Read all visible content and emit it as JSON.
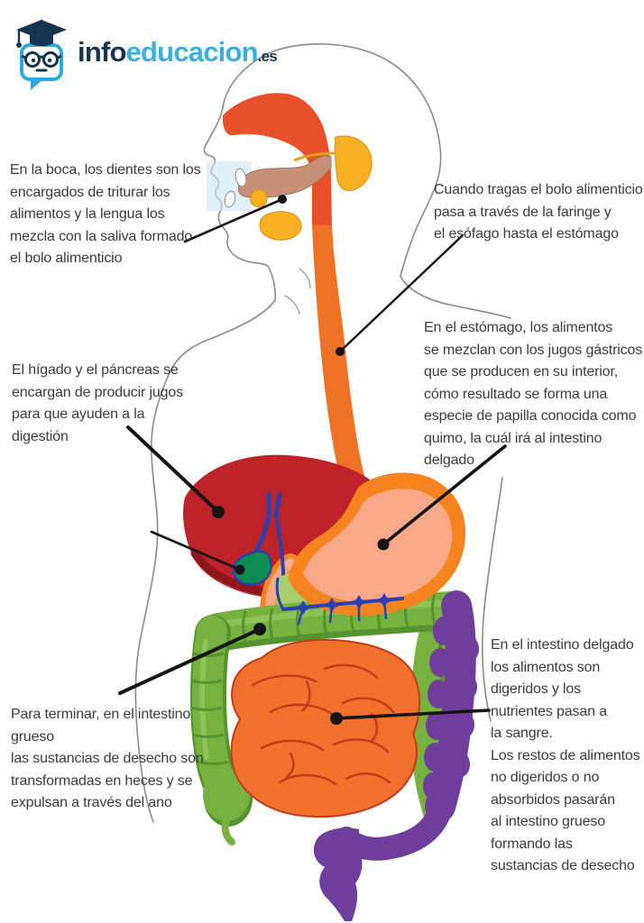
{
  "logo": {
    "brand_primary": "info",
    "brand_secondary": "educacion",
    "brand_tld": ".es",
    "colors": {
      "navy": "#16344F",
      "cyan": "#3BB0DE"
    }
  },
  "annotations": {
    "mouth": {
      "text": "En la boca, los dientes son los\nencargados de triturar los\nalimentos y la lengua los\nmezcla con la saliva formado\nel bolo alimenticio"
    },
    "pharynx_esophagus": {
      "text": "Cuando tragas el bolo alimenticio\npasa a través de la faringe y\nel esófago hasta el estómago"
    },
    "stomach": {
      "text": "En el estómago, los alimentos\nse mezclan con los jugos gástricos\nque se producen en su interior,\ncómo resultado se forma una\nespecie de papilla conocida como\nquimo, la cuál irá al intestino\ndelgado"
    },
    "liver_pancreas": {
      "text": "El hígado y el páncreas se\nencargan de producir jugos\npara que ayuden a la\ndigestión"
    },
    "large_intestine": {
      "text": "Para terminar, en el intestino grueso\nlas sustancias de desecho son\ntransformadas en heces y se\nexpulsan a través del ano"
    },
    "small_intestine": {
      "text": "En el intestino delgado\nlos alimentos son\ndigeridos y los\nnutrientes pasan a\nla sangre.\nLos restos de alimentos\nno digeridos o no\nabsorbidos pasarán\nal intestino grueso\nformando las\nsustancias de desecho"
    }
  },
  "illustration": {
    "organ_colors": {
      "liver": "#BE2329",
      "liver_shadow": "#8E161D",
      "stomach_border": "#F5831F",
      "stomach_inner": "#F8A98A",
      "pharynx": "#E8502A",
      "esophagus": "#EE7125",
      "small_intestine": "#F1702D",
      "small_intestine_lines": "#C23C1A",
      "large_intestine": "#77B241",
      "large_intestine_shadow": "#55932E",
      "large_intestine_highlight": "#8FC45C",
      "descending_colon": "#6F3D9B",
      "gallbladder": "#0D8B52",
      "veins": "#2B3FAE",
      "salivary_glands": "#F6B021",
      "tongue": "#C79179",
      "pancreas": "#EFA343",
      "body_outline": "#8A8A8A",
      "pointer": "#151515"
    }
  }
}
